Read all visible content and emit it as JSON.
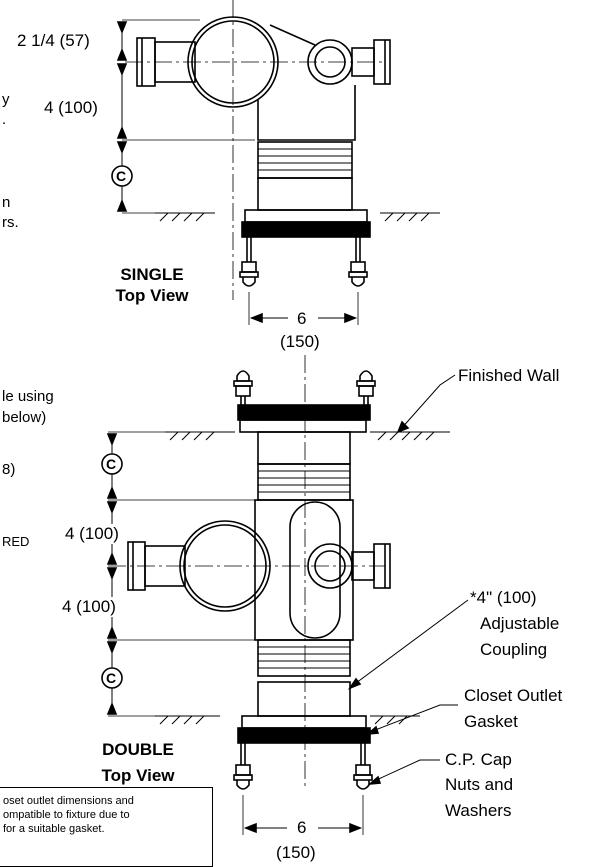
{
  "single": {
    "dim_top": "2 1/4 (57)",
    "dim_mid": "4 (100)",
    "dim_c": "C",
    "title_line1": "SINGLE",
    "title_line2": "Top View",
    "width_num": "6",
    "width_mm": "(150)"
  },
  "left_fragments": {
    "f1": "y",
    "f2": ".",
    "f3": "n",
    "f4": "rs.",
    "f5": "le using",
    "f6": "below)",
    "f7": "8)",
    "f8": "RED"
  },
  "double": {
    "finished_wall": "Finished Wall",
    "dim_c_top": "C",
    "dim_upper": "4 (100)",
    "dim_lower": "4 (100)",
    "dim_c_bottom": "C",
    "coupling_line1": "*4\" (100)",
    "coupling_line2": "Adjustable",
    "coupling_line3": "Coupling",
    "gasket_line1": "Closet Outlet",
    "gasket_line2": "Gasket",
    "nuts_line1": "C.P. Cap",
    "nuts_line2": "Nuts and",
    "nuts_line3": "Washers",
    "title_line1": "DOUBLE",
    "title_line2": "Top View",
    "width_num": "6",
    "width_mm": "(150)"
  },
  "note": {
    "line1": "oset outlet dimensions and",
    "line2": "ompatible to fixture due to",
    "line3": "for a suitable gasket."
  }
}
